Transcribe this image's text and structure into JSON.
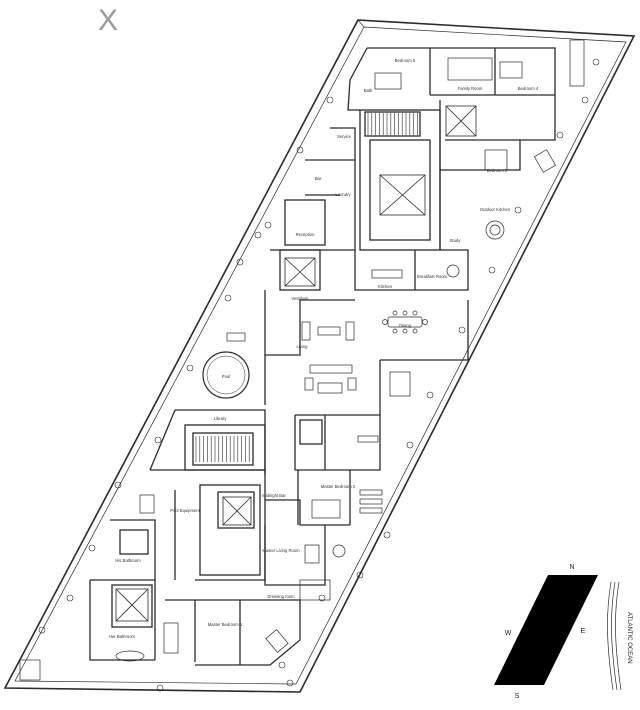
{
  "unit_label": "X",
  "rooms": {
    "bedroom_5": "Bedroom 5",
    "bath_a": "Bath",
    "family_room": "Family Room",
    "bedroom_4": "Bedroom 4",
    "service": "Service",
    "bar": "Bar",
    "laundry": "Laundry",
    "bedroom_3": "Bedroom 3",
    "reception": "Reception",
    "outdoor_kitchen": "Outdoor Kitchen",
    "study": "Study",
    "kitchen": "Kitchen",
    "breakfast_room": "Breakfast Room",
    "vestibule": "Vestibule",
    "dining": "Dining",
    "living": "Living",
    "pool": "Pool",
    "library": "Library",
    "master_bedroom_2": "Master Bedroom 2",
    "pool_equipment": "Pool Equipment",
    "midnight_bar": "Midnight Bar",
    "master_living_room": "Master Living Room",
    "his_bathroom": "His Bathroom",
    "dressing_room": "Dressing room",
    "master_bedroom_1": "Master Bedroom 1",
    "her_bathroom": "Her Bathroom"
  },
  "compass": {
    "north": "N",
    "south": "S",
    "east": "E",
    "west": "W"
  },
  "ocean_label": "ATLANTIC OCEAN",
  "colors": {
    "line": "#2a2a2a",
    "compass_fill": "#000000",
    "unit_label": "#9a9a9a"
  }
}
